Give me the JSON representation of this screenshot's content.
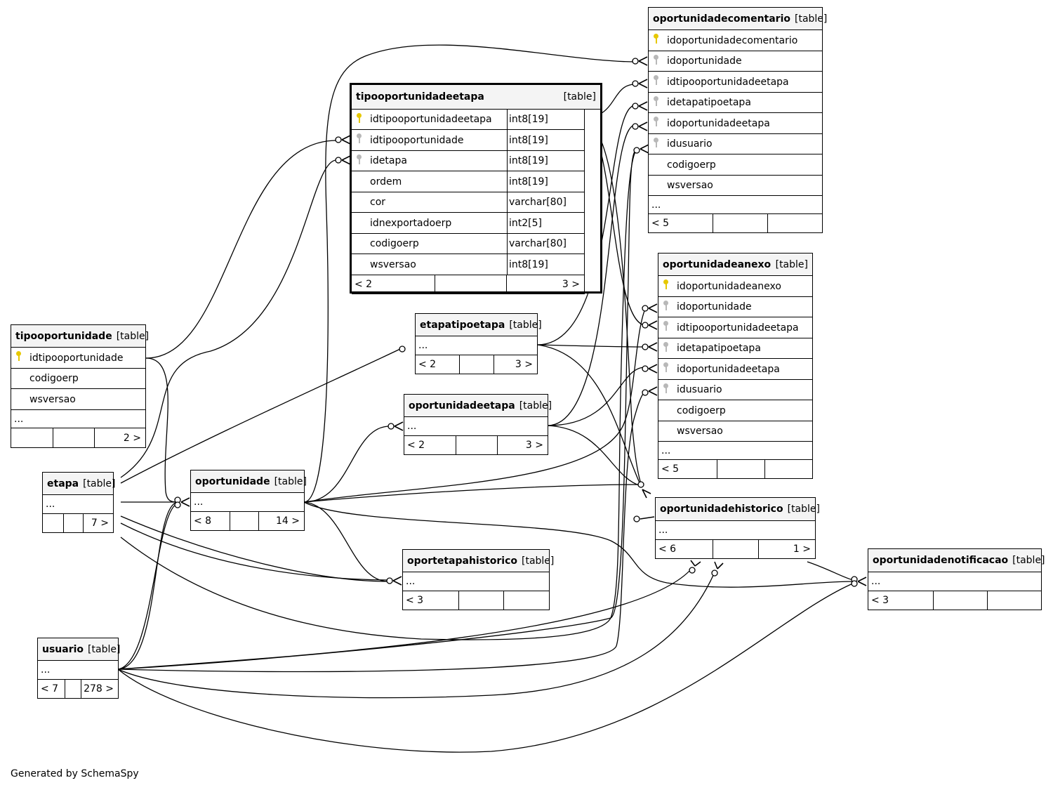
{
  "tables": {
    "oportunidadecomentario": {
      "name": "oportunidadecomentario",
      "kind": "[table]",
      "columns": [
        "idoportunidadecomentario",
        "idoportunidade",
        "idtipooportunidadeetapa",
        "idetapatipoetapa",
        "idoportunidadeetapa",
        "idusuario",
        "codigoerp",
        "wsversao"
      ],
      "ellipsis": "...",
      "foot": {
        "left": "< 5",
        "right": ""
      }
    },
    "tipooportunidadeetapa": {
      "name": "tipooportunidadeetapa",
      "kind": "[table]",
      "columns": [
        {
          "name": "idtipooportunidadeetapa",
          "type": "int8[19]"
        },
        {
          "name": "idtipooportunidade",
          "type": "int8[19]"
        },
        {
          "name": "idetapa",
          "type": "int8[19]"
        },
        {
          "name": "ordem",
          "type": "int8[19]"
        },
        {
          "name": "cor",
          "type": "varchar[80]"
        },
        {
          "name": "idnexportadoerp",
          "type": "int2[5]"
        },
        {
          "name": "codigoerp",
          "type": "varchar[80]"
        },
        {
          "name": "wsversao",
          "type": "int8[19]"
        }
      ],
      "foot": {
        "left": "< 2",
        "right": "3 >"
      }
    },
    "oportunidadeanexo": {
      "name": "oportunidadeanexo",
      "kind": "[table]",
      "columns": [
        "idoportunidadeanexo",
        "idoportunidade",
        "idtipooportunidadeetapa",
        "idetapatipoetapa",
        "idoportunidadeetapa",
        "idusuario",
        "codigoerp",
        "wsversao"
      ],
      "ellipsis": "...",
      "foot": {
        "left": "< 5",
        "right": ""
      }
    },
    "tipooportunidade": {
      "name": "tipooportunidade",
      "kind": "[table]",
      "columns": [
        "idtipooportunidade",
        "codigoerp",
        "wsversao"
      ],
      "ellipsis": "...",
      "foot": {
        "left": "",
        "right": "2 >"
      }
    },
    "etapatipoetapa": {
      "name": "etapatipoetapa",
      "kind": "[table]",
      "ellipsis": "...",
      "foot": {
        "left": "< 2",
        "right": "3 >"
      }
    },
    "oportunidadeetapa": {
      "name": "oportunidadeetapa",
      "kind": "[table]",
      "ellipsis": "...",
      "foot": {
        "left": "< 2",
        "right": "3 >"
      }
    },
    "etapa": {
      "name": "etapa",
      "kind": "[table]",
      "ellipsis": "...",
      "foot": {
        "left": "",
        "right": "7 >"
      }
    },
    "oportunidade": {
      "name": "oportunidade",
      "kind": "[table]",
      "ellipsis": "...",
      "foot": {
        "left": "< 8",
        "right": "14 >"
      }
    },
    "oportunidadehistorico": {
      "name": "oportunidadehistorico",
      "kind": "[table]",
      "ellipsis": "...",
      "foot": {
        "left": "< 6",
        "right": "1 >"
      }
    },
    "oportetapahistorico": {
      "name": "oportetapahistorico",
      "kind": "[table]",
      "ellipsis": "...",
      "foot": {
        "left": "< 3",
        "right": ""
      }
    },
    "oportunidadenotificacao": {
      "name": "oportunidadenotificacao",
      "kind": "[table]",
      "ellipsis": "...",
      "foot": {
        "left": "< 3",
        "right": ""
      }
    },
    "usuario": {
      "name": "usuario",
      "kind": "[table]",
      "ellipsis": "...",
      "foot": {
        "left": "< 7",
        "right": "278 >"
      }
    }
  },
  "credit": "Generated by SchemaSpy"
}
